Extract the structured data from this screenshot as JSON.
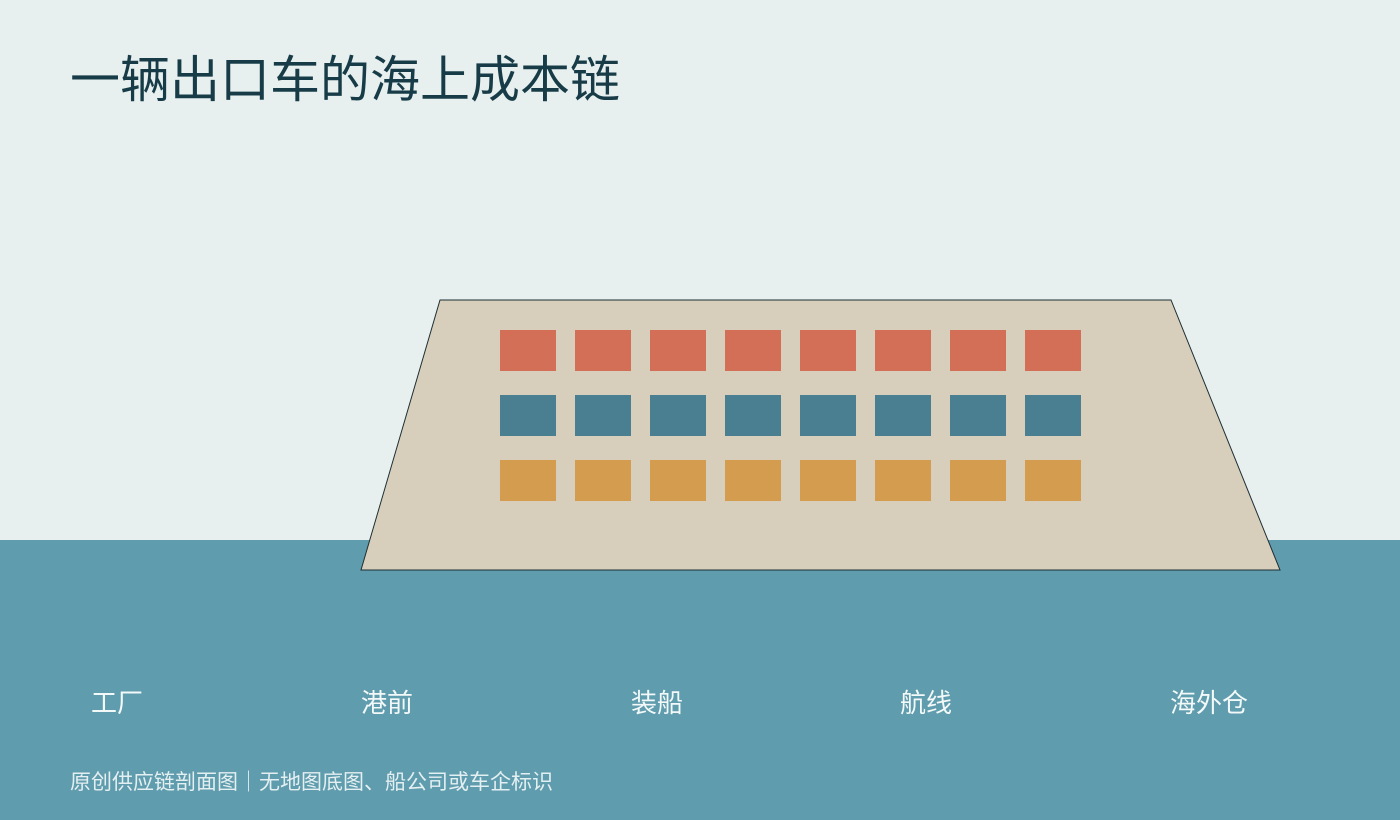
{
  "title": "一辆出口车的海上成本链",
  "stages": [
    "工厂",
    "港前",
    "装船",
    "航线",
    "海外仓"
  ],
  "footnote": "原创供应链剖面图｜无地图底图、船公司或车企标识",
  "ship": {
    "deck_rows": [
      {
        "color": "#d46f57",
        "count": 8
      },
      {
        "color": "#4a7f92",
        "count": 8
      },
      {
        "color": "#d49c4e",
        "count": 8
      }
    ]
  },
  "colors": {
    "sky": "#e7f0ef",
    "sea": "#5f9cad",
    "hull": "#d7cfbc",
    "title_text": "#173c48",
    "stage_text": "#f3f8f8",
    "footnote_text": "#e4eff1"
  }
}
